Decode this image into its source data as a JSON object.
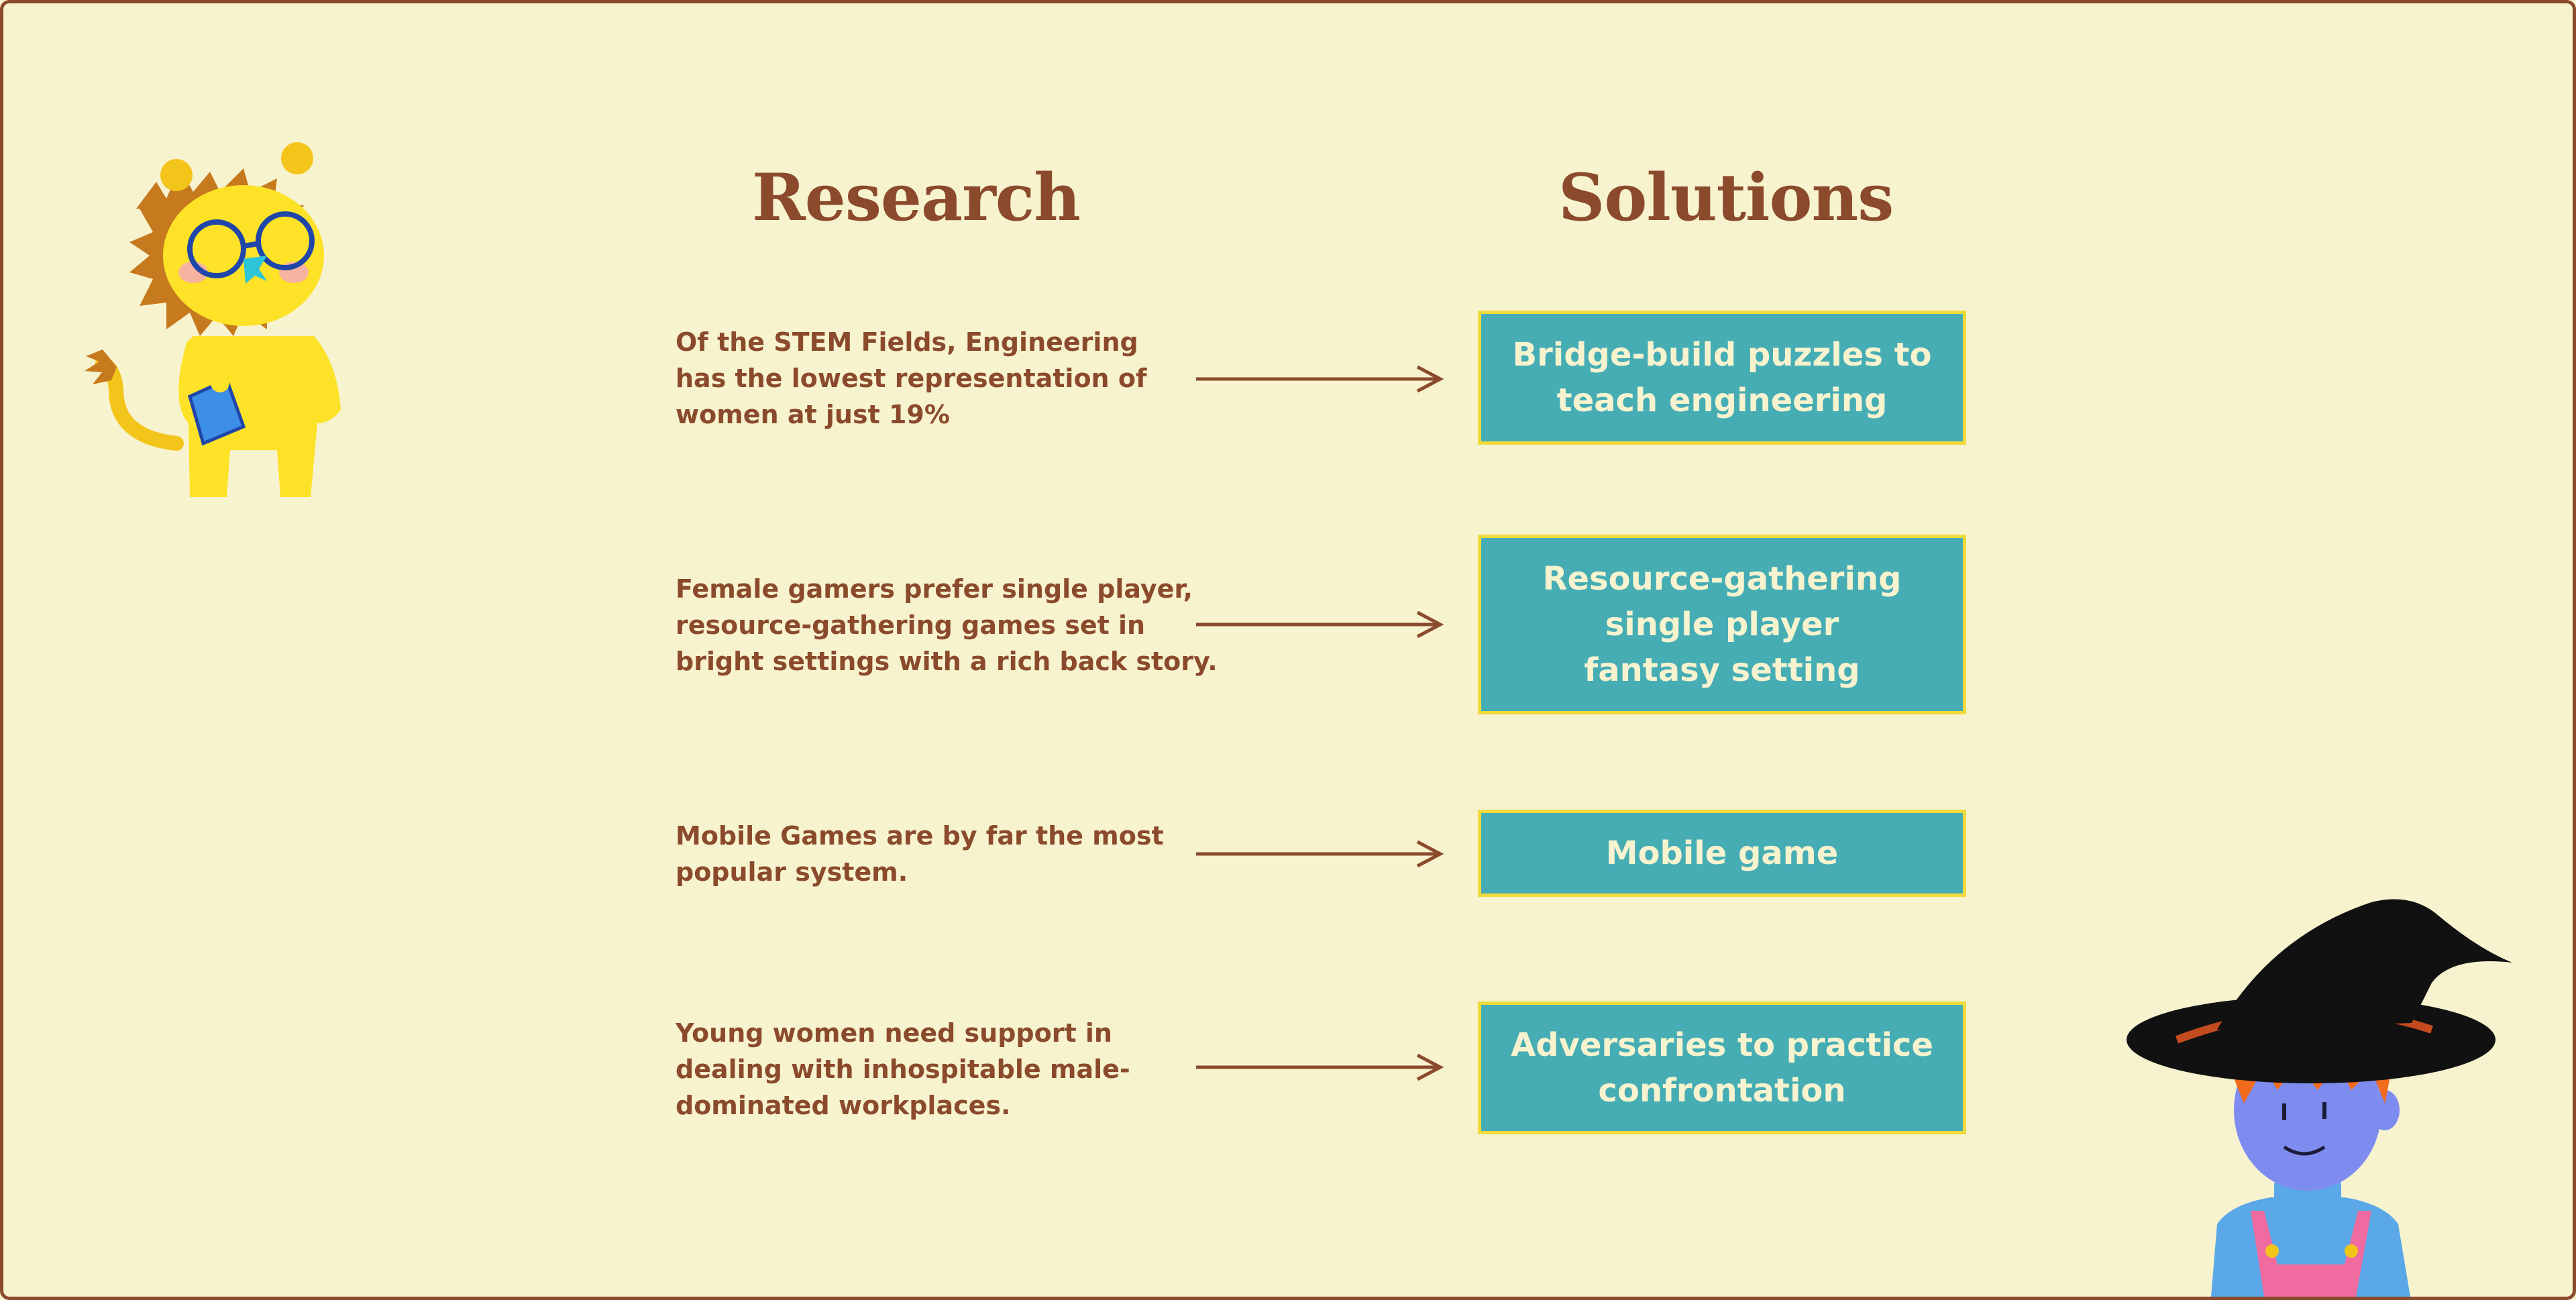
{
  "headings": {
    "research": "Research",
    "solutions": "Solutions"
  },
  "rows": [
    {
      "research": "Of the STEM Fields, Engineering\nhas the lowest representation of\nwomen at just 19%",
      "solution": "Bridge-build puzzles to\nteach engineering"
    },
    {
      "research": "Female gamers prefer single player,\nresource-gathering games set in\nbright settings with a rich back story.",
      "solution": "Resource-gathering\nsingle player\nfantasy setting"
    },
    {
      "research": "Mobile Games are by far the most\npopular system.",
      "solution": "Mobile game"
    },
    {
      "research": " Young women need support in\ndealing with inhospitable male-\ndominated workplaces.",
      "solution": "Adversaries to practice\nconfrontation"
    }
  ],
  "colors": {
    "background": "#f7f3cf",
    "text": "#8b4a2c",
    "box_fill": "#46adb4",
    "box_border": "#f0da3c",
    "box_text": "#f7f3cf"
  },
  "illustrations": {
    "top_left": "lion-with-glasses-icon",
    "bottom_right": "witch-girl-icon"
  }
}
